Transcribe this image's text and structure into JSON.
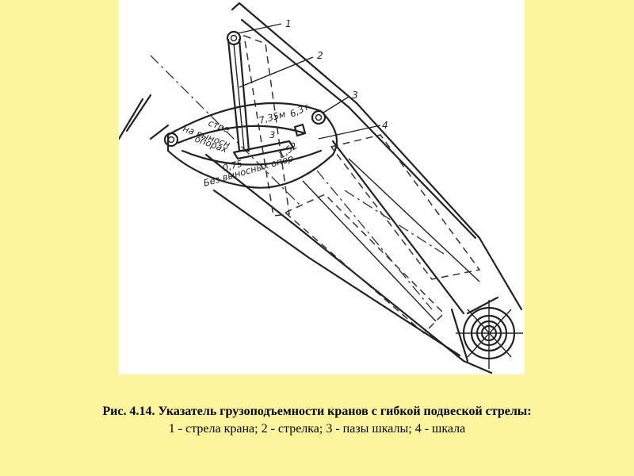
{
  "figure": {
    "callouts": [
      "1",
      "2",
      "3",
      "4"
    ],
    "scale_text": {
      "with_outriggers_1": "стре",
      "with_outriggers_2": "на выносн",
      "with_outriggers_3": "опорах",
      "reach_long": "7,35м",
      "load_high": "6,3т",
      "value_3": "3",
      "value_075": "0,75",
      "value_152": "1,52",
      "without_outriggers": "Без выносных опор"
    }
  },
  "caption": {
    "title": "Рис. 4.14. Указатель грузоподъемности кранов с гибкой подвеской стрелы:",
    "legend": "1 - стрела крана; 2 - стрелка; 3 - пазы шкалы; 4 - шкала"
  }
}
